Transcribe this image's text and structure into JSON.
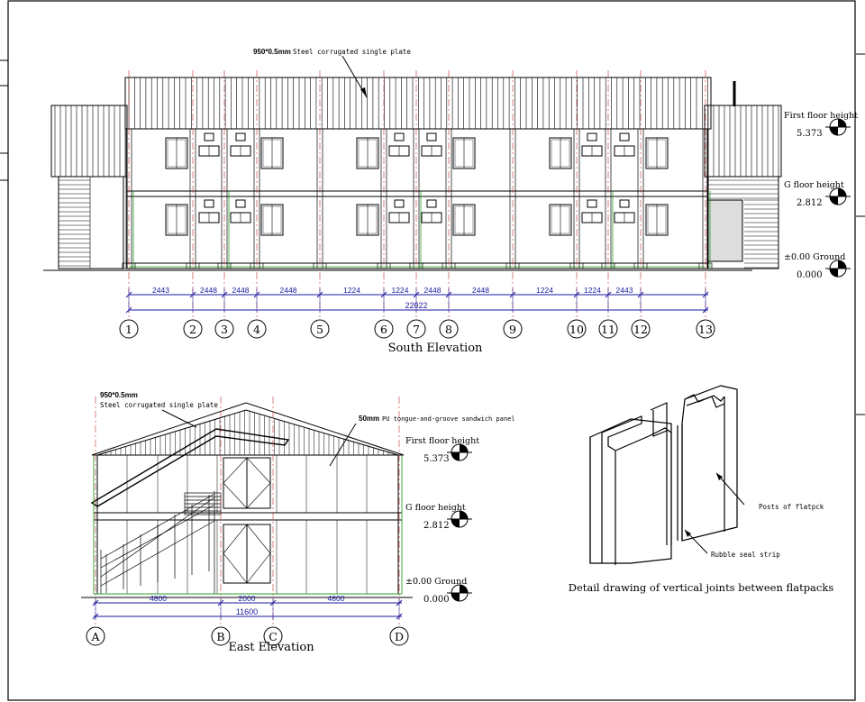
{
  "south": {
    "roof_note_bold": "950*0.5mm",
    "roof_note": "Steel corrugated single plate",
    "title": "South Elevation",
    "dims": [
      "2443",
      "2448",
      "2448",
      "2448",
      "1224",
      "1224",
      "2448",
      "2448",
      "1224",
      "1224",
      "2443"
    ],
    "total": "22022",
    "axes": [
      "1",
      "2",
      "3",
      "4",
      "5",
      "6",
      "7",
      "8",
      "9",
      "10",
      "11",
      "12",
      "13"
    ],
    "levels": [
      {
        "label": "First floor height",
        "value": "5.373"
      },
      {
        "label": "G floor height",
        "value": "2.812"
      },
      {
        "label": "±0.00 Ground",
        "value": "0.000"
      }
    ]
  },
  "east": {
    "roof_note_bold": "950*0.5mm",
    "roof_note": "Steel corrugated single plate",
    "panel_note_bold": "50mm",
    "panel_note": "PU tongue-and-groove sandwich panel",
    "title": "East Elevation",
    "dims": [
      "4800",
      "2000",
      "4800"
    ],
    "total": "11600",
    "axes": [
      "A",
      "B",
      "C",
      "D"
    ],
    "levels": [
      {
        "label": "First floor height",
        "value": "5.373"
      },
      {
        "label": "G floor height",
        "value": "2.812"
      },
      {
        "label": "±0.00 Ground",
        "value": "0.000"
      }
    ]
  },
  "detail": {
    "posts_note": "Posts of flatpck",
    "seal_note": "Rubble seal strip",
    "title": "Detail drawing of vertical joints between flatpacks"
  },
  "colors": {
    "line": "#111111",
    "dim": "#1a1aa0",
    "axis_red": "#c03030",
    "green": "#2aa02a"
  }
}
